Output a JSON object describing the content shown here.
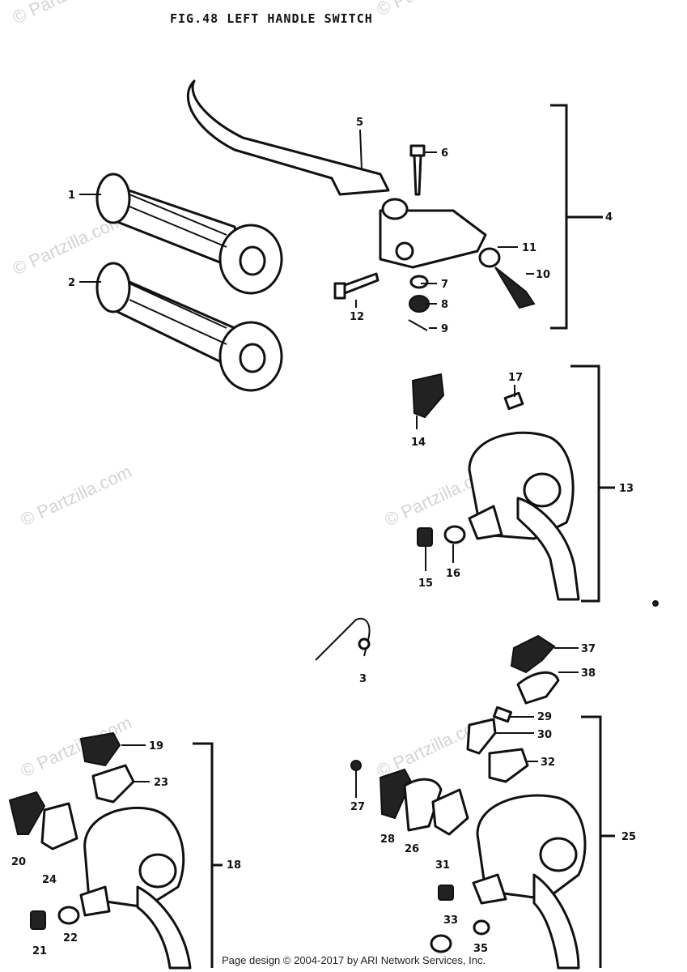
{
  "title": "FIG.48 LEFT HANDLE SWITCH",
  "watermark": "© Partzilla.com",
  "footer": "Page design © 2004-2017 by ARI Network Services, Inc.",
  "callouts": [
    "1",
    "2",
    "3",
    "4",
    "5",
    "6",
    "7",
    "8",
    "9",
    "10",
    "11",
    "12",
    "13",
    "14",
    "15",
    "16",
    "17",
    "18",
    "19",
    "20",
    "21",
    "22",
    "23",
    "24",
    "25",
    "26",
    "27",
    "28",
    "29",
    "30",
    "31",
    "32",
    "33",
    "35",
    "37",
    "38",
    "3"
  ]
}
